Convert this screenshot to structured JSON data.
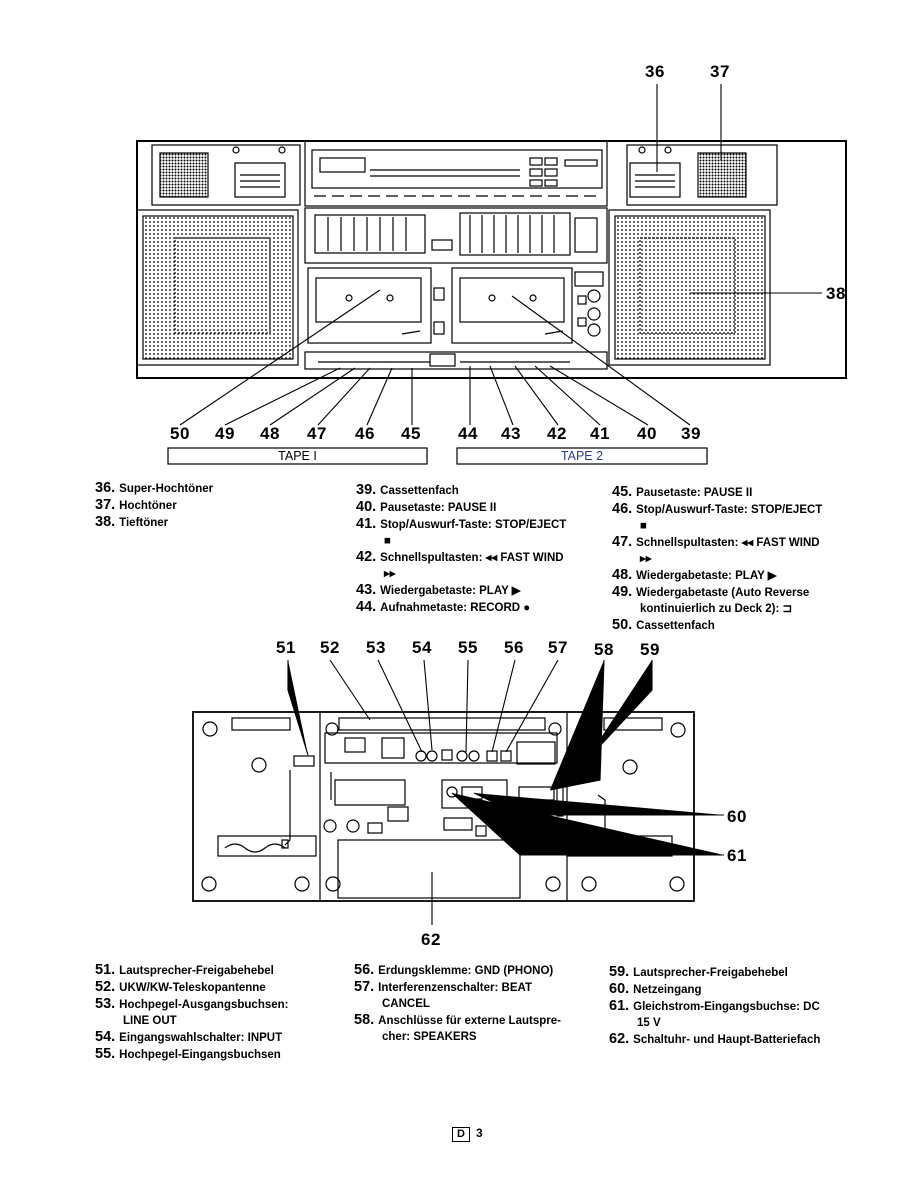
{
  "top_callouts": {
    "c36": "36",
    "c37": "37",
    "c38": "38",
    "c50": "50",
    "c49": "49",
    "c48": "48",
    "c47": "47",
    "c46": "46",
    "c45": "45",
    "c44": "44",
    "c43": "43",
    "c42": "42",
    "c41": "41",
    "c40": "40",
    "c39": "39"
  },
  "tape_labels": {
    "tape1": "TAPE I",
    "tape2": "TAPE 2"
  },
  "legend_top": {
    "col1": [
      {
        "num": "36.",
        "text": "Super-Hochtöner"
      },
      {
        "num": "37.",
        "text": "Hochtöner"
      },
      {
        "num": "38.",
        "text": "Tieftöner"
      }
    ],
    "col2": [
      {
        "num": "39.",
        "text": "Cassettenfach"
      },
      {
        "num": "40.",
        "text": "Pausetaste: PAUSE II"
      },
      {
        "num": "41.",
        "text": "Stop/Auswurf-Taste: STOP/EJECT",
        "cont": "■"
      },
      {
        "num": "42.",
        "text": "Schnellspultasten: ◂◂ FAST WIND",
        "cont": "▸▸"
      },
      {
        "num": "43.",
        "text": "Wiedergabetaste: PLAY ▶"
      },
      {
        "num": "44.",
        "text": "Aufnahmetaste: RECORD ●"
      }
    ],
    "col3": [
      {
        "num": "45.",
        "text": "Pausetaste: PAUSE II"
      },
      {
        "num": "46.",
        "text": "Stop/Auswurf-Taste: STOP/EJECT",
        "cont": "■"
      },
      {
        "num": "47.",
        "text": "Schnellspultasten: ◂◂ FAST WIND",
        "cont": "▸▸"
      },
      {
        "num": "48.",
        "text": "Wiedergabetaste: PLAY ▶"
      },
      {
        "num": "49.",
        "text": "Wiedergabetaste (Auto Reverse",
        "cont": "kontinuierlich zu Deck 2): ⊐"
      },
      {
        "num": "50.",
        "text": "Cassettenfach"
      }
    ]
  },
  "bottom_callouts": {
    "c51": "51",
    "c52": "52",
    "c53": "53",
    "c54": "54",
    "c55": "55",
    "c56": "56",
    "c57": "57",
    "c58": "58",
    "c59": "59",
    "c60": "60",
    "c61": "61",
    "c62": "62"
  },
  "legend_bottom": {
    "col1": [
      {
        "num": "51.",
        "text": "Lautsprecher-Freigabehebel"
      },
      {
        "num": "52.",
        "text": "UKW/KW-Teleskopantenne"
      },
      {
        "num": "53.",
        "text": "Hochpegel-Ausgangsbuchsen:",
        "cont": "LINE OUT"
      },
      {
        "num": "54.",
        "text": "Eingangswahlschalter: INPUT"
      },
      {
        "num": "55.",
        "text": "Hochpegel-Eingangsbuchsen"
      }
    ],
    "col2": [
      {
        "num": "56.",
        "text": "Erdungsklemme: GND (PHONO)"
      },
      {
        "num": "57.",
        "text": "Interferenzenschalter:  BEAT",
        "cont": "CANCEL"
      },
      {
        "num": "58.",
        "text": "Anschlüsse für externe Lautspre-",
        "cont": "cher: SPEAKERS"
      }
    ],
    "col3": [
      {
        "num": "59.",
        "text": "Lautsprecher-Freigabehebel"
      },
      {
        "num": "60.",
        "text": "Netzeingang"
      },
      {
        "num": "61.",
        "text": "Gleichstrom-Eingangsbuchse: DC",
        "cont": "15 V"
      },
      {
        "num": "62.",
        "text": "Schaltuhr- und Haupt-Batteriefach"
      }
    ]
  },
  "footer": {
    "badge": "D",
    "page": "3"
  }
}
